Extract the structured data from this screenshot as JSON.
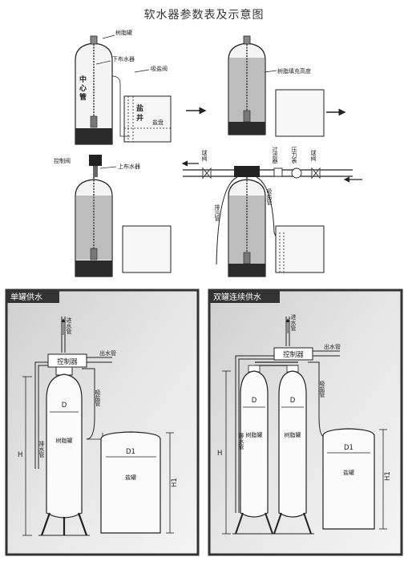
{
  "title": "软水器参数表及示意图",
  "top_labels": {
    "resin_tank": "树脂罐",
    "lower_distributor": "下布水器",
    "central_tube": "中心管",
    "brine_valve": "吸盐阀",
    "brine_well": "盐井",
    "salt_plate": "盐盘",
    "resin_fill_height": "树脂填充高度",
    "control_valve": "控制阀",
    "upper_distributor": "上布水器",
    "ball_valve_left": "球阀",
    "filter": "过滤器",
    "pressure_gauge": "压力表",
    "ball_valve_right": "球阀",
    "drain_pipe": "排污管",
    "brine_pipe": "吸盐管"
  },
  "panel_single": {
    "header": "单罐供水",
    "inlet_pipe": "进水管",
    "outlet_pipe": "出水管",
    "controller": "控制器",
    "brine_pipe": "吸盐管",
    "drain_pipe": "排水管",
    "resin_tank": "树脂罐",
    "salt_tank": "盐罐",
    "dim_D": "D",
    "dim_D1": "D1",
    "dim_H": "H",
    "dim_H1": "H1"
  },
  "panel_double": {
    "header": "双罐连续供水",
    "inlet_pipe": "进水管",
    "outlet_pipe": "出水管",
    "controller": "控制器",
    "brine_pipe": "吸盐管",
    "drain_pipe": "排水管",
    "resin_tank_1": "树脂罐",
    "resin_tank_2": "树脂罐",
    "salt_tank": "盐罐",
    "dim_D_1": "D",
    "dim_D_2": "D",
    "dim_D1": "D1",
    "dim_H": "H",
    "dim_H1": "H1"
  },
  "colors": {
    "tank_fill": "#f2f2f2",
    "resin_fill": "#bdbdbd",
    "gravel": "#2b2b2b",
    "panel_bg": "#dcdcdc",
    "panel_border": "#333333"
  }
}
